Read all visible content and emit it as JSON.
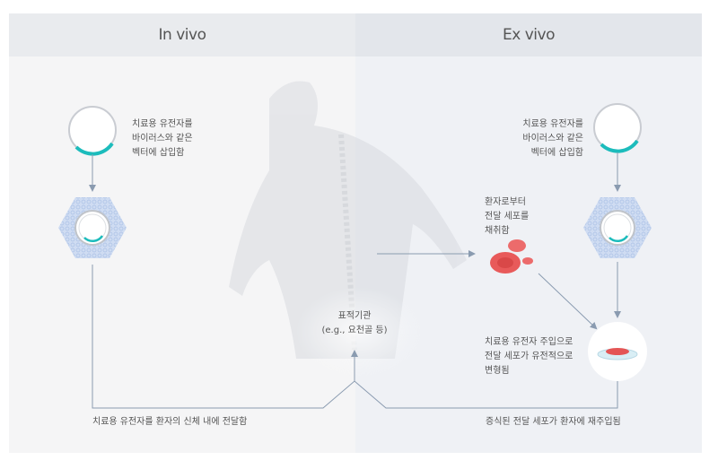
{
  "in_vivo": {
    "title": "In vivo",
    "step1": [
      "치료용 유전자를",
      "바이러스와 같은",
      "벡터에 삽입함"
    ],
    "bottom": "치료용 유전자를 환자의 신체 내에 전달함"
  },
  "ex_vivo": {
    "title": "Ex vivo",
    "step1": [
      "치료용 유전자를",
      "바이러스와 같은",
      "벡터에 삽입함"
    ],
    "harvest": [
      "환자로부터",
      "전달 세포를",
      "채취함"
    ],
    "transform": [
      "치료용 유전자 주입으로",
      "전달 세포가 유전적으로",
      "변형됨"
    ],
    "bottom": "증식된 전달 세포가 환자에 재주입됨"
  },
  "target": [
    "표적기관",
    "(e.g., 요천골 등)"
  ],
  "colors": {
    "teal": "#1cbcbc",
    "arrow": "#8a9bb0",
    "cell": "#e85a5a"
  }
}
